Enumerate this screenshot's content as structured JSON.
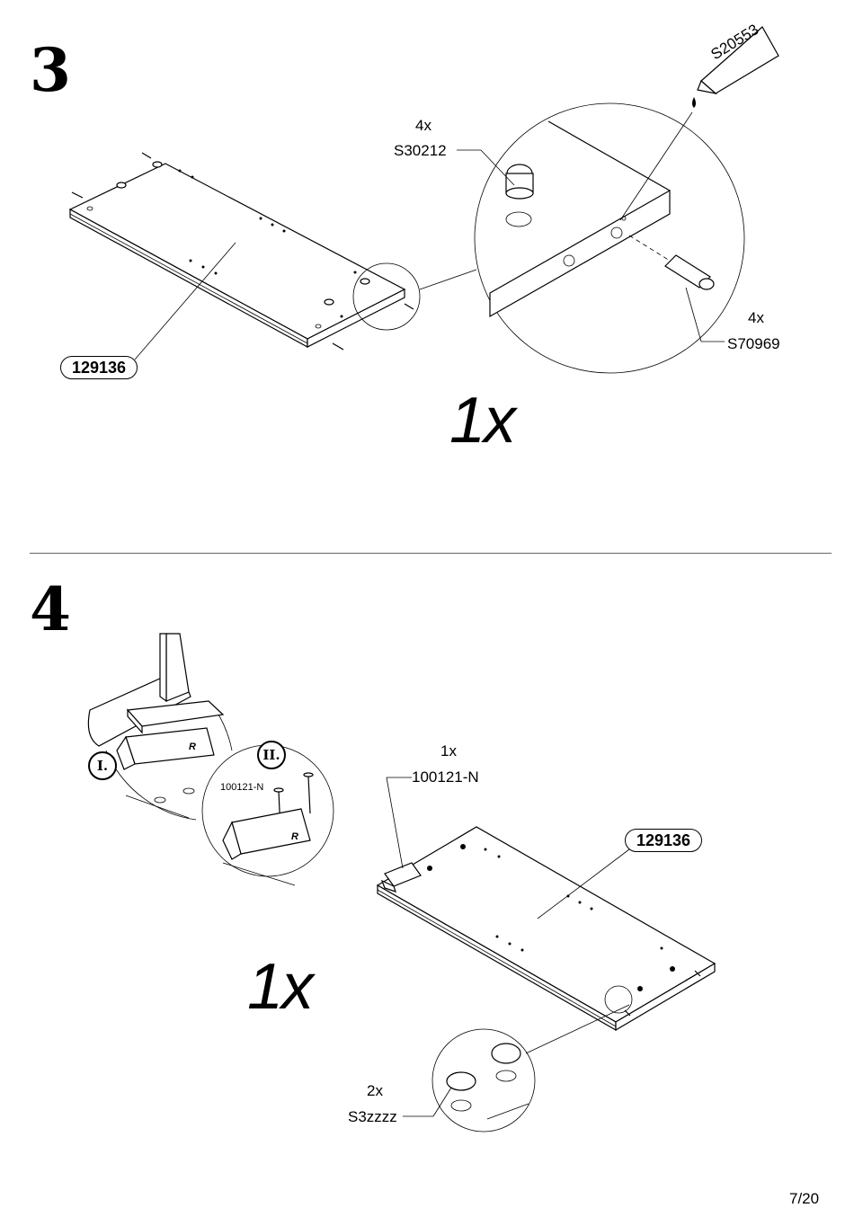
{
  "step3": {
    "number": "3",
    "panel_part": "129136",
    "cam_qty": "4x",
    "cam_part": "S30212",
    "glue_part": "S20553",
    "dowel_qty": "4x",
    "dowel_part": "S70969",
    "quantity": "1x"
  },
  "step4": {
    "number": "4",
    "roman_one": "I.",
    "roman_two": "II.",
    "hinge_part_small": "100121-N",
    "hinge_qty": "1x",
    "hinge_part": "100121-N",
    "panel_part": "129136",
    "quantity": "1x",
    "cap_qty": "2x",
    "cap_part": "S3zzzz",
    "hinge_mark": "R"
  },
  "footer": {
    "page": "7/20"
  }
}
